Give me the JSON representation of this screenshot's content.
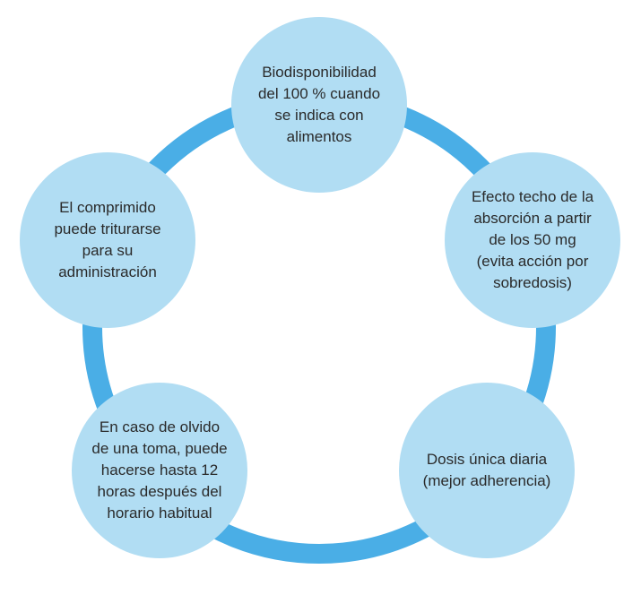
{
  "colors": {
    "ring": "#4aaee6",
    "circle_fill": "#b1ddf3",
    "text": "#2a2a2a",
    "background": "#ffffff"
  },
  "nodes": [
    {
      "id": "biodisponibilidad",
      "text": "Biodisponibilidad\ndel 100 % cuando\nse indica con\nalimentos"
    },
    {
      "id": "efecto-techo",
      "text": "Efecto techo de la\nabsorción a partir\nde los 50 mg\n(evita acción por\nsobredosis)"
    },
    {
      "id": "dosis-unica",
      "text": "Dosis única diaria\n(mejor adherencia)"
    },
    {
      "id": "olvido-toma",
      "text": "En caso de olvido\nde una toma, puede\nhacerse hasta 12\nhoras  después del\nhorario habitual"
    },
    {
      "id": "comprimido",
      "text": "El comprimido\npuede triturarse\npara su\nadministración"
    }
  ]
}
